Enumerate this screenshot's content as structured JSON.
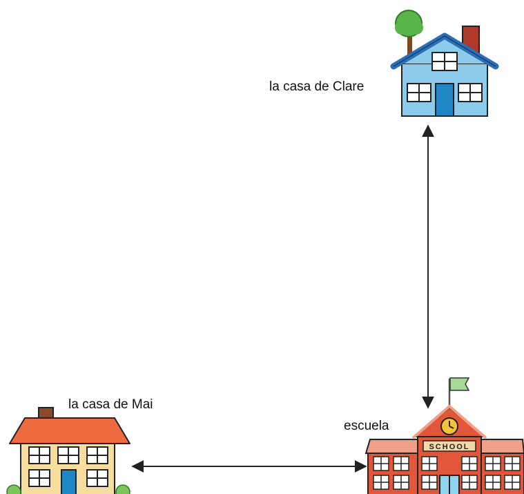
{
  "labels": {
    "clare_house": "la casa de Clare",
    "mai_house": "la casa de Mai",
    "school": "escuela",
    "school_sign": "SCHOOL"
  },
  "icons": {
    "clare_house": "house-icon",
    "mai_house": "house-icon",
    "school": "school-building-icon",
    "tree": "tree-icon",
    "flag": "flag-icon",
    "clock": "clock-icon"
  },
  "colors": {
    "clare_house_walls": "#8ccbeb",
    "clare_house_roof": "#2d6fb4",
    "mai_house_walls": "#f6dea0",
    "mai_house_roof": "#ee6a3f",
    "school_walls": "#e2573a",
    "school_roof": "#f0a088",
    "chimney": "#b03a2a",
    "tree": "#58b548",
    "door_blue": "#1f86c6",
    "arrow": "#222222"
  },
  "arrows": [
    {
      "from": "clare_house",
      "to": "school",
      "bidirectional": true
    },
    {
      "from": "mai_house",
      "to": "school",
      "bidirectional": true
    }
  ]
}
